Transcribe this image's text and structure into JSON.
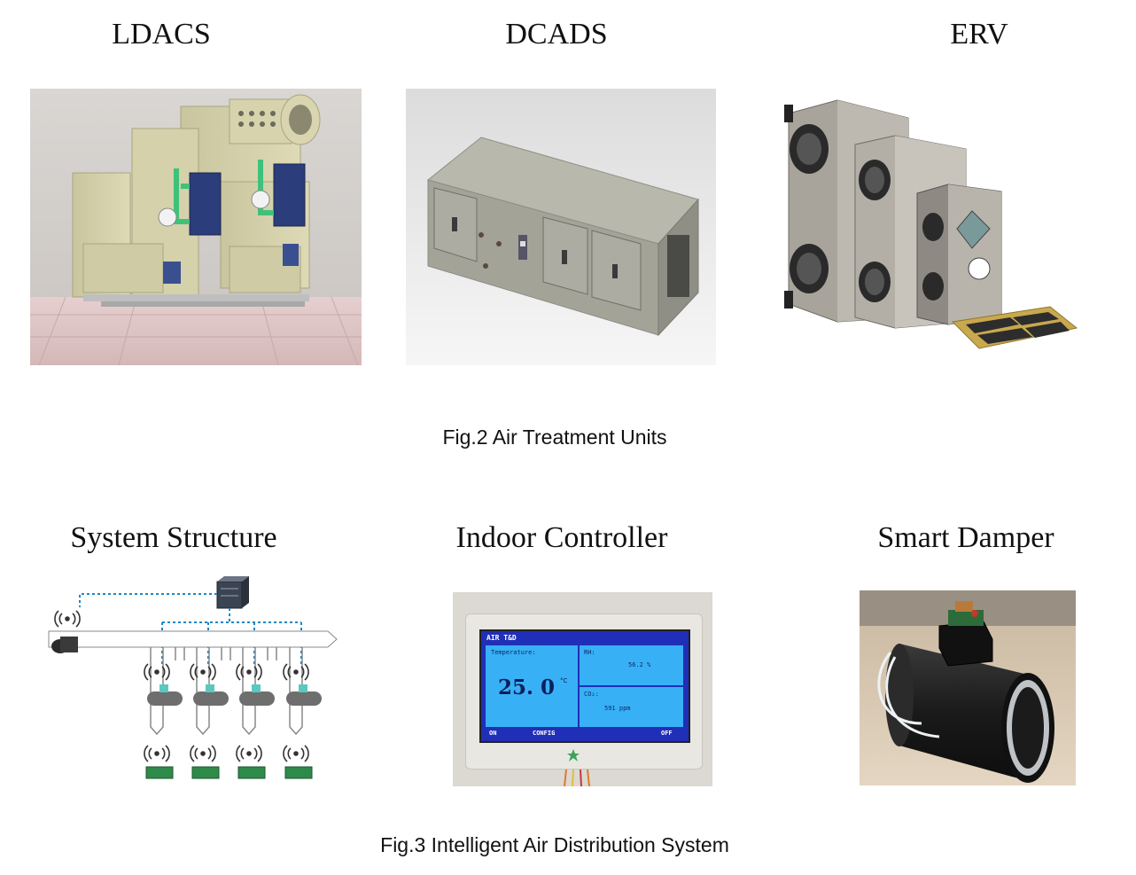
{
  "figure2": {
    "caption": "Fig.2 Air Treatment Units",
    "panels": [
      {
        "title": "LDACS"
      },
      {
        "title": "DCADS"
      },
      {
        "title": "ERV"
      }
    ]
  },
  "figure3": {
    "caption": "Fig.3 Intelligent Air Distribution System",
    "panels": [
      {
        "title": "System Structure"
      },
      {
        "title": "Indoor Controller"
      },
      {
        "title": "Smart Damper"
      }
    ],
    "controller_screen": {
      "header": "AIR T&D",
      "temperature_label": "Temperature:",
      "temperature_value": "25. 0",
      "temperature_unit": "°C",
      "rh_label": "RH:",
      "rh_value": "56.2 %",
      "co2_label": "CO₂:",
      "co2_value": "591 ppm",
      "btn_on": "ON",
      "btn_config": "CONFIG",
      "btn_off": "OFF"
    }
  }
}
